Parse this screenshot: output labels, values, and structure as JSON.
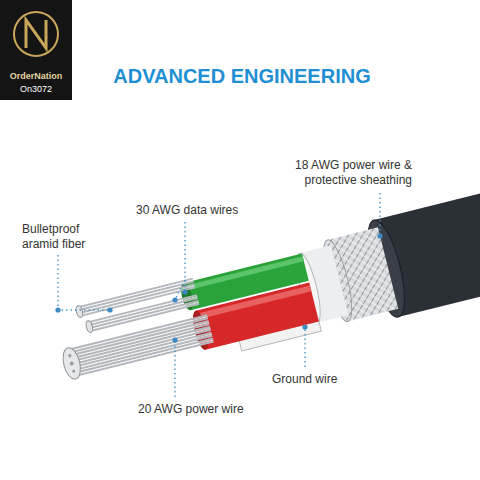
{
  "diagram": {
    "title": "ADVANCED ENGINEERING",
    "labels": [
      "OrderNation",
      "On3072",
      "18 AWG power wire & protective sheathing",
      "30 AWG data wires",
      "Bulletproof aramid fiber",
      "Ground wire",
      "20 AWG power wire"
    ]
  }
}
